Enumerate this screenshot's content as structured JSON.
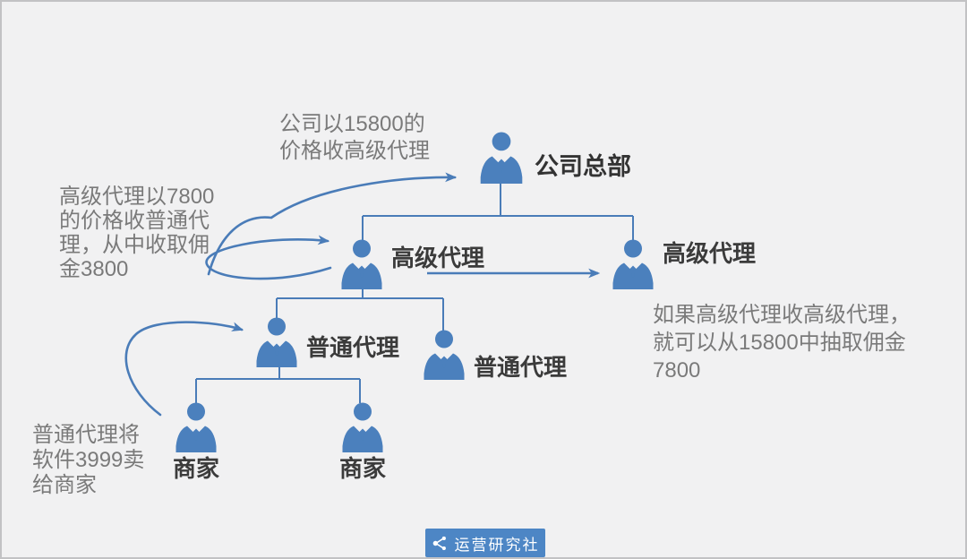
{
  "canvas": {
    "background_color": "#f1f1f2",
    "border_color": "#c2c2c4",
    "icon_color": "#4b80bd",
    "line_color": "#4a7cb8",
    "node_label_color": "#3b3b3b",
    "annotation_color": "#7a7a7a"
  },
  "nodes": {
    "hq": {
      "label": "公司总部",
      "icon": "person-icon"
    },
    "senior_left": {
      "label": "高级代理",
      "icon": "person-icon"
    },
    "senior_right": {
      "label": "高级代理",
      "icon": "person-icon"
    },
    "regular_left": {
      "label": "普通代理",
      "icon": "person-icon"
    },
    "regular_right": {
      "label": "普通代理",
      "icon": "person-icon"
    },
    "merchant_left": {
      "label": "商家",
      "icon": "person-icon"
    },
    "merchant_right": {
      "label": "商家",
      "icon": "person-icon"
    }
  },
  "annotations": {
    "top": {
      "lines": [
        "公司以15800的",
        "价格收高级代理"
      ]
    },
    "left": {
      "lines": [
        "高级代理以7800",
        "的价格收普通代",
        "理，从中收取佣",
        "金3800"
      ]
    },
    "right": {
      "lines": [
        "如果高级代理收高级代理，",
        "就可以从15800中抽取佣金",
        "7800"
      ]
    },
    "bottom_left": {
      "lines": [
        "普通代理将",
        "软件3999卖",
        "给商家"
      ]
    }
  },
  "logo": {
    "text": "运营研究社",
    "icon": "share-icon",
    "background_color": "#4d86c5"
  }
}
